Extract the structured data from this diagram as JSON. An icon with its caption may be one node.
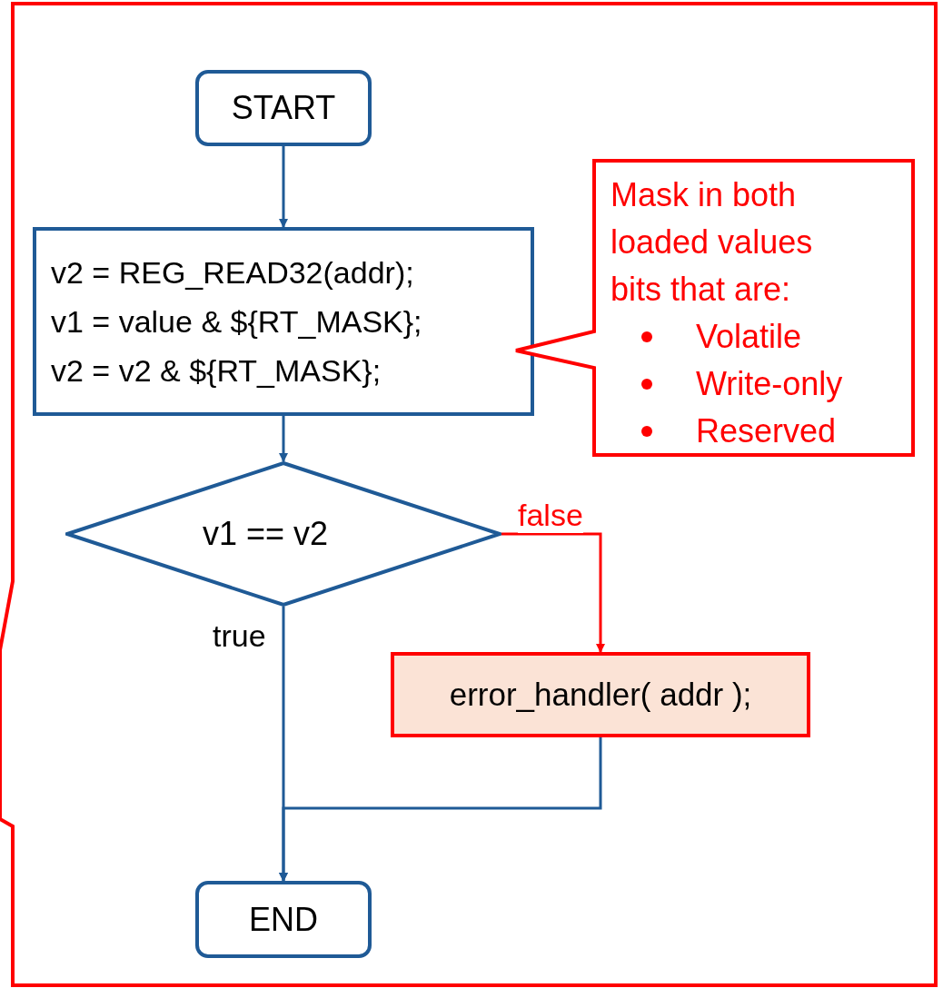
{
  "diagram": {
    "nodes": [
      {
        "text": [],
        "shape": "callout"
      },
      {
        "text": [
          "START"
        ],
        "in": 0
      },
      {
        "text": [
          "v2 = REG_READ32(addr);",
          "v1 = value & ${RT_MASK};",
          "v2 = v2 & ${RT_MASK};"
        ],
        "in": 0
      },
      {
        "text": [
          "v1 == v2"
        ],
        "in": 0
      },
      {
        "text": [
          "error_handler( addr );"
        ],
        "in": 0
      },
      {
        "text": [
          "END"
        ],
        "in": 0
      },
      {
        "text": [
          "Mask in both loaded values bits that are:",
          "Volatile",
          "Write-only",
          "Reserved"
        ],
        "in": 0
      }
    ],
    "edges": [
      {
        "from": 1,
        "to": 2,
        "arrow": "to"
      },
      {
        "from": 2,
        "to": 3,
        "arrow": "to"
      },
      {
        "from": 3,
        "to": 4,
        "arrow": "to",
        "label": "false",
        "color": "#ff0000"
      },
      {
        "from": 3,
        "to": 5,
        "arrow": "to",
        "label": "true"
      },
      {
        "from": 4,
        "to": 5,
        "arrow": "to"
      }
    ]
  }
}
